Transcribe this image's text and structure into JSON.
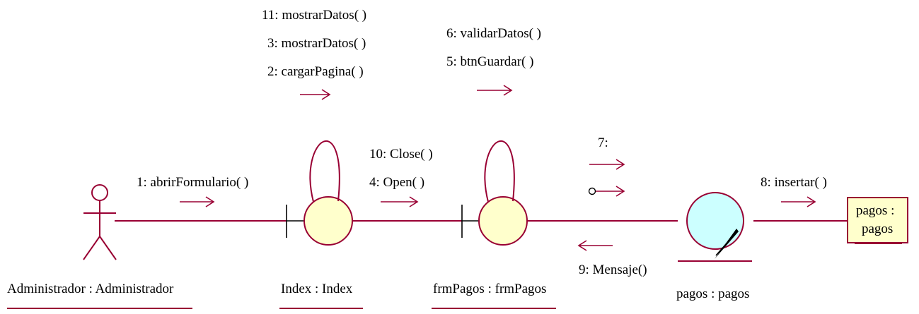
{
  "objects": {
    "administrador": {
      "label": "Administrador : Administrador"
    },
    "index": {
      "label": "Index : Index"
    },
    "frmPagos": {
      "label": "frmPagos : frmPagos"
    },
    "pagosEntity": {
      "label": "pagos : pagos"
    },
    "pagosBox": {
      "line1": "pagos :",
      "line2": "pagos"
    }
  },
  "messages": {
    "index_self": [
      "11: mostrarDatos( )",
      "3: mostrarDatos( )",
      "2: cargarPagina( )"
    ],
    "frm_self": [
      "6: validarDatos( )",
      "5: btnGuardar( )"
    ],
    "admin_to_index": "1: abrirFormulario( )",
    "index_to_frm": [
      "10: Close( )",
      "4: Open( )"
    ],
    "frm_to_pagos": "7:",
    "pagos_to_frm": "9: Mensaje()",
    "pagos_to_box": "8: insertar( )"
  },
  "colors": {
    "link": "#990033",
    "boundary_fill": "#ffffcc",
    "entity_fill": "#ccffff",
    "box_fill": "#ffffcc"
  }
}
